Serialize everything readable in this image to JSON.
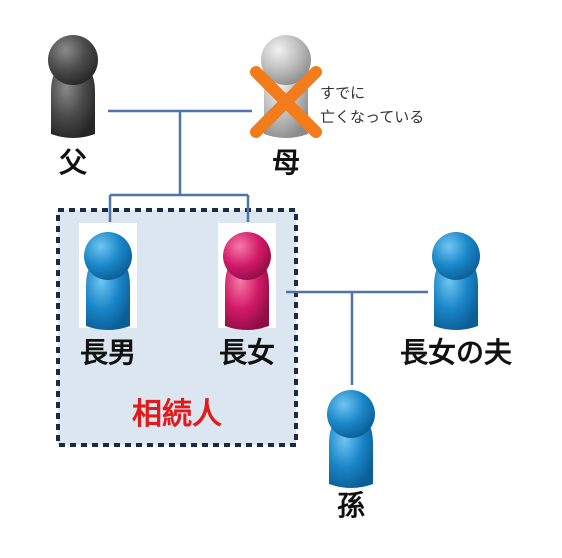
{
  "people": {
    "father": {
      "label": "父",
      "color": "#4a4a4a"
    },
    "mother": {
      "label": "母",
      "color": "#b5b5b5",
      "status": "deceased",
      "note_line1": "すでに",
      "note_line2": "亡くなっている"
    },
    "eldest_son": {
      "label": "長男",
      "color": "#1a7fc4"
    },
    "eldest_daughter": {
      "label": "長女",
      "color": "#d21a68"
    },
    "daughters_husband": {
      "label": "長女の夫",
      "color": "#1a7fc4"
    },
    "grandchild": {
      "label": "孫",
      "color": "#1a7fc4"
    }
  },
  "heirs_box": {
    "label": "相続人",
    "label_color": "#e01b1b",
    "border_color": "#1c2b45",
    "fill": "#dce6f1"
  },
  "colors": {
    "connector": "#4f74ad",
    "cross": "#f27c1c"
  }
}
